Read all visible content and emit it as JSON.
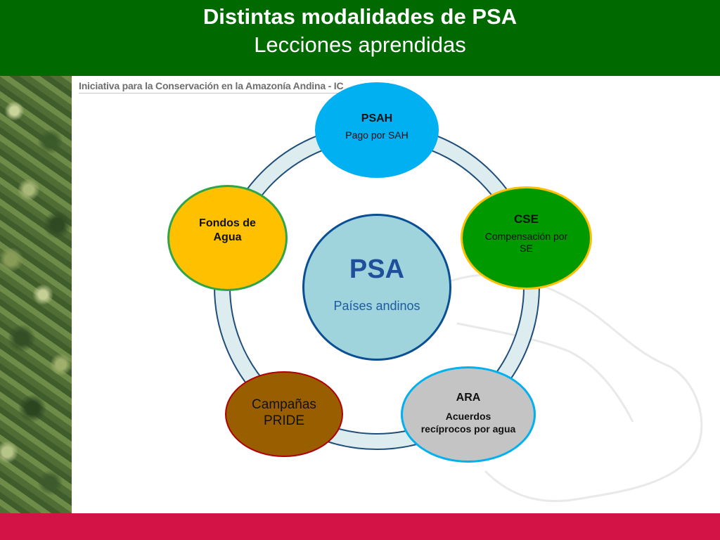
{
  "header": {
    "title": "Distintas modalidades de PSA",
    "subtitle": "Lecciones aprendidas"
  },
  "banner": {
    "text": "Iniciativa para la Conservación en la Amazonía Andina - IC"
  },
  "diagram": {
    "center": {
      "title": "PSA",
      "subtitle": "Países andinos"
    },
    "nodes": [
      {
        "id": "psah",
        "title": "PSAH",
        "subtitle": "Pago por SAH"
      },
      {
        "id": "cse",
        "title": "CSE",
        "subtitle": "Compensación por SE"
      },
      {
        "id": "ara",
        "title": "ARA",
        "subtitle": "Acuerdos recíprocos por agua"
      },
      {
        "id": "pride",
        "title": "Campañas PRIDE"
      },
      {
        "id": "fondos",
        "title": "Fondos de Agua"
      }
    ]
  },
  "colors": {
    "header_bg": "#006a00",
    "footer_bg": "#d31245",
    "psah": "#00b0f0",
    "cse": "#009900",
    "ara": "#c4c4c4",
    "pride": "#985e00",
    "fondos": "#ffc000",
    "center": "#9fd4dc"
  }
}
